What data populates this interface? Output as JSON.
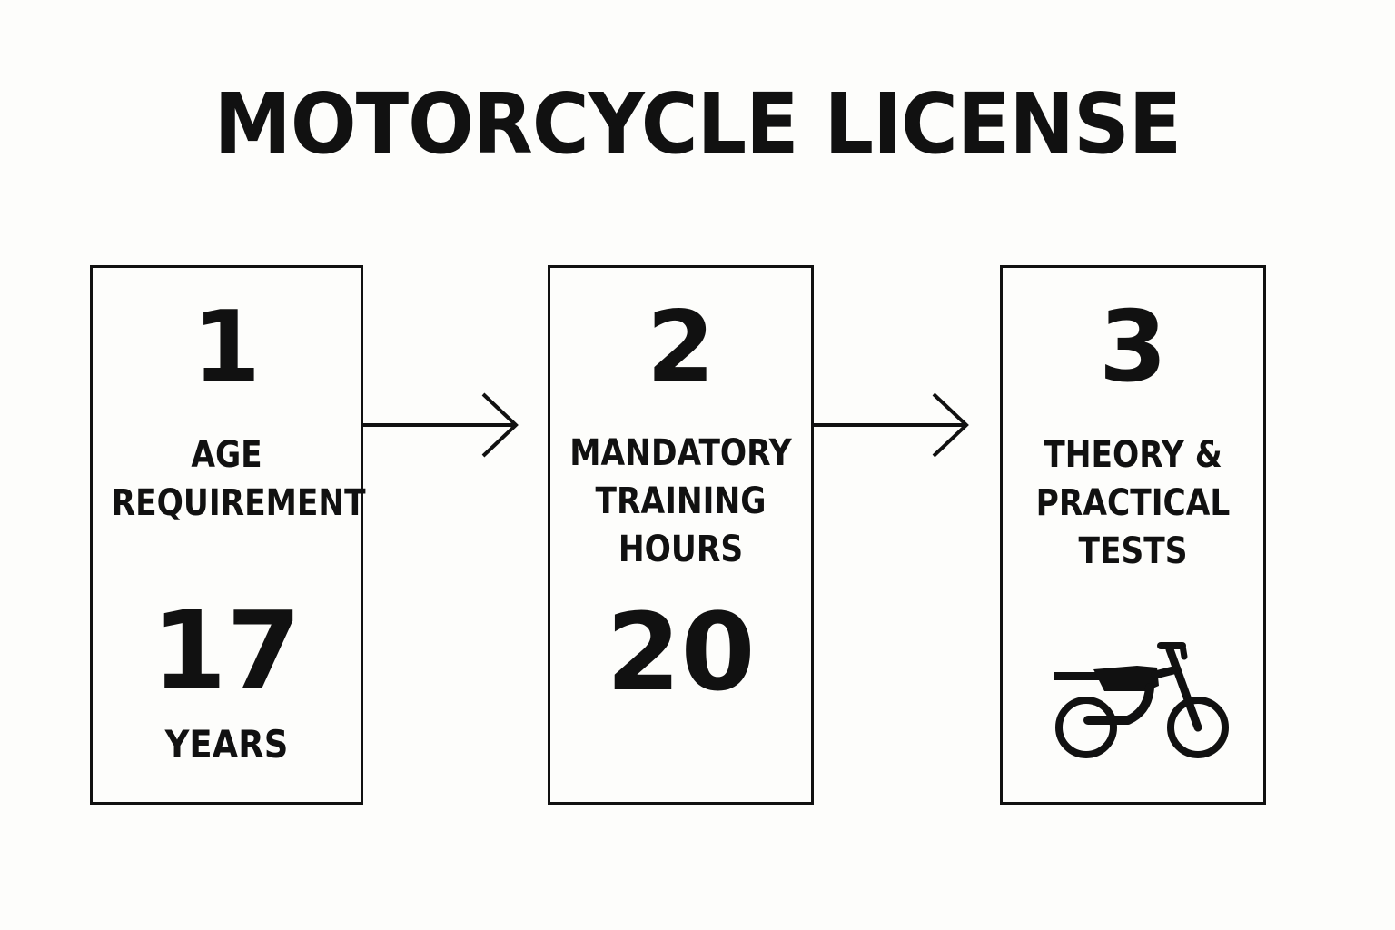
{
  "title": "MOTORCYCLE LICENSE",
  "steps": [
    {
      "number": "1",
      "label_lines": [
        "AGE",
        "REQUIREMENT"
      ],
      "value": "17",
      "unit": "YEARS"
    },
    {
      "number": "2",
      "label_lines": [
        "MANDATORY",
        "TRAINING",
        "HOURS"
      ],
      "value": "20"
    },
    {
      "number": "3",
      "label_lines": [
        "THEORY &",
        "PRACTICAL",
        "TESTS"
      ],
      "icon": "motorcycle-icon"
    }
  ],
  "colors": {
    "ink": "#111111",
    "background": "#fdfdfb"
  },
  "icons": {
    "connector": "arrow-right-icon",
    "step3": "motorcycle-icon"
  }
}
